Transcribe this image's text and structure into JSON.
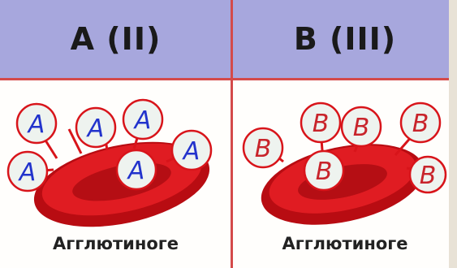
{
  "panels": [
    {
      "header": "A (II)",
      "caption": "Агглютиноге",
      "antigen_label": "A",
      "letter_color": "#2233cc"
    },
    {
      "header": "B (III)",
      "caption": "Агглютиноге",
      "antigen_label": "B",
      "letter_color": "#c8242b"
    }
  ],
  "colors": {
    "header_bg": "#a7a7dd",
    "divider": "#d44a4a",
    "cell_red": "#d8141a",
    "antigen_fill": "#eef3ef"
  }
}
